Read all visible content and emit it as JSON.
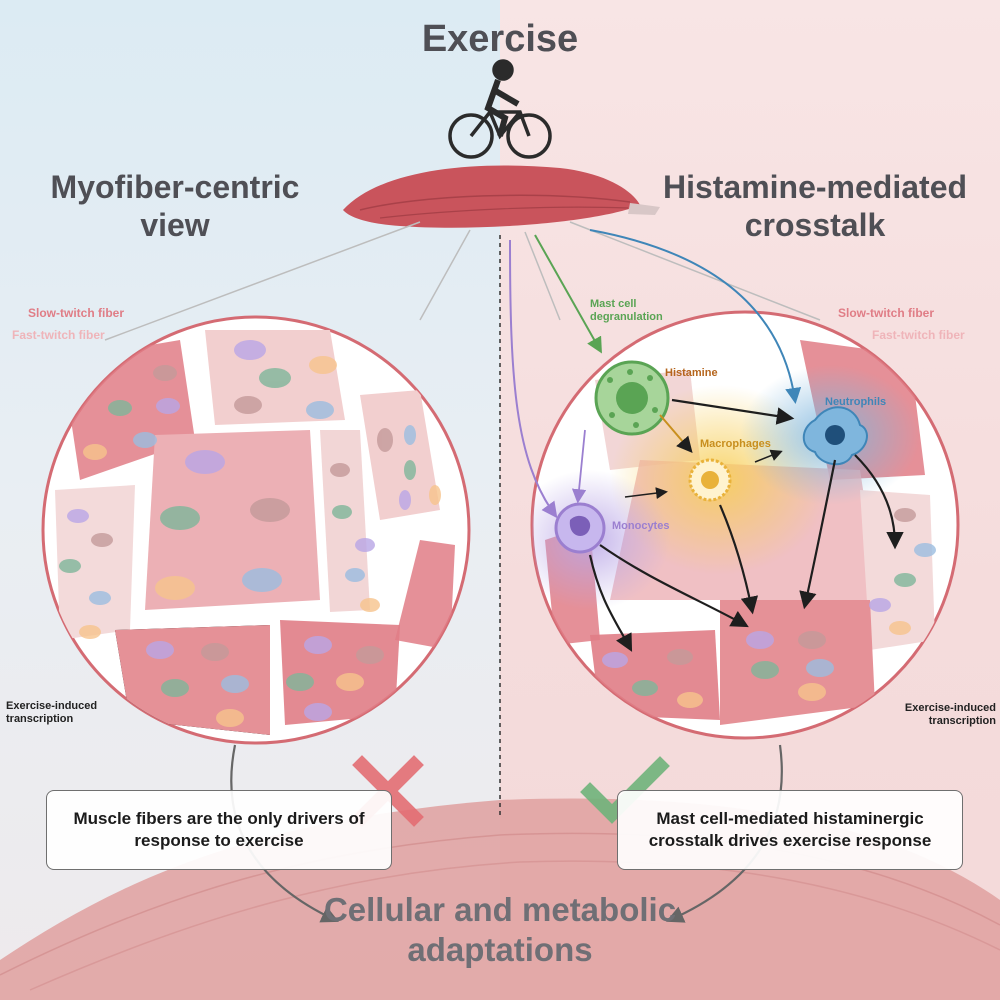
{
  "title": "Exercise",
  "left": {
    "heading": "Myofiber-centric view",
    "slow_label": "Slow-twitch fiber",
    "fast_label": "Fast-twitch fiber",
    "annotation": "Exercise-induced transcription",
    "verdict_icon": "cross-icon",
    "conclusion": "Muscle fibers are the only drivers of response to exercise"
  },
  "right": {
    "heading": "Histamine-mediated crosstalk",
    "slow_label": "Slow-twitch fiber",
    "fast_label": "Fast-twitch fiber",
    "annotation": "Exercise-induced transcription",
    "degranulation": "Mast cell degranulation",
    "histamine": "Histamine",
    "macrophages": "Macrophages",
    "neutrophils": "Neutrophils",
    "monocytes": "Monocytes",
    "verdict_icon": "check-icon",
    "conclusion": "Mast cell-mediated histaminergic crosstalk drives exercise response"
  },
  "bottom": "Cellular and metabolic adaptations",
  "colors": {
    "muscle": "#c9545c",
    "slow_fiber": "#e07d86",
    "fast_fiber": "#efb4b9",
    "mast_cell": "#5aa454",
    "neutrophil": "#3f86b8",
    "monocyte": "#9b7fd0",
    "macrophage": "#e9b23a",
    "cross": "#e46e73",
    "check": "#6fb27a"
  }
}
